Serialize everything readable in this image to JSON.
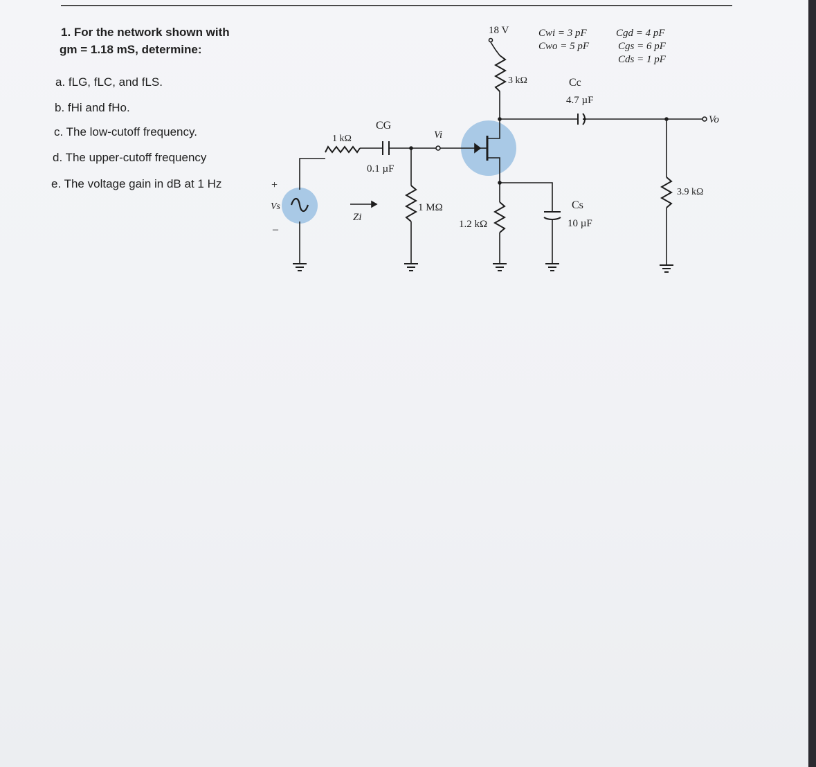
{
  "problem": {
    "intro_line1": "1. For the network shown with",
    "intro_line2": "gm = 1.18 mS, determine:",
    "part_a": "a. fLG, fLC, and fLS.",
    "part_b": "b. fHi and fHo.",
    "part_c": "c. The low-cutoff frequency.",
    "part_d": "d. The upper-cutoff frequency",
    "part_e": "e. The voltage gain in dB at 1 Hz"
  },
  "circuit": {
    "supply": "18 V",
    "rs_label": "1 kΩ",
    "cg_label": "CG",
    "cg_value": "0.1 µF",
    "vi_label": "Vi",
    "rg_label": "1 MΩ",
    "rd_label": "3 kΩ",
    "rsrc_label": "1.2 kΩ",
    "cc_label": "Cc",
    "cc_value": "4.7 µF",
    "cs_label": "Cs",
    "cs_value": "10 µF",
    "rl_label": "3.9 kΩ",
    "vo_label": "Vo",
    "vs_label": "Vs",
    "zi_label": "Zi",
    "plus_sign": "+",
    "minus_sign": "–",
    "cwi": "Cwi = 3 pF",
    "cwo": "Cwo = 5 pF",
    "cgd": "Cgd = 4 pF",
    "cgs": "Cgs = 6 pF",
    "cds": "Cds = 1 pF"
  },
  "colors": {
    "highlight": "#a9c9e6",
    "ink": "#1d1d1d"
  }
}
